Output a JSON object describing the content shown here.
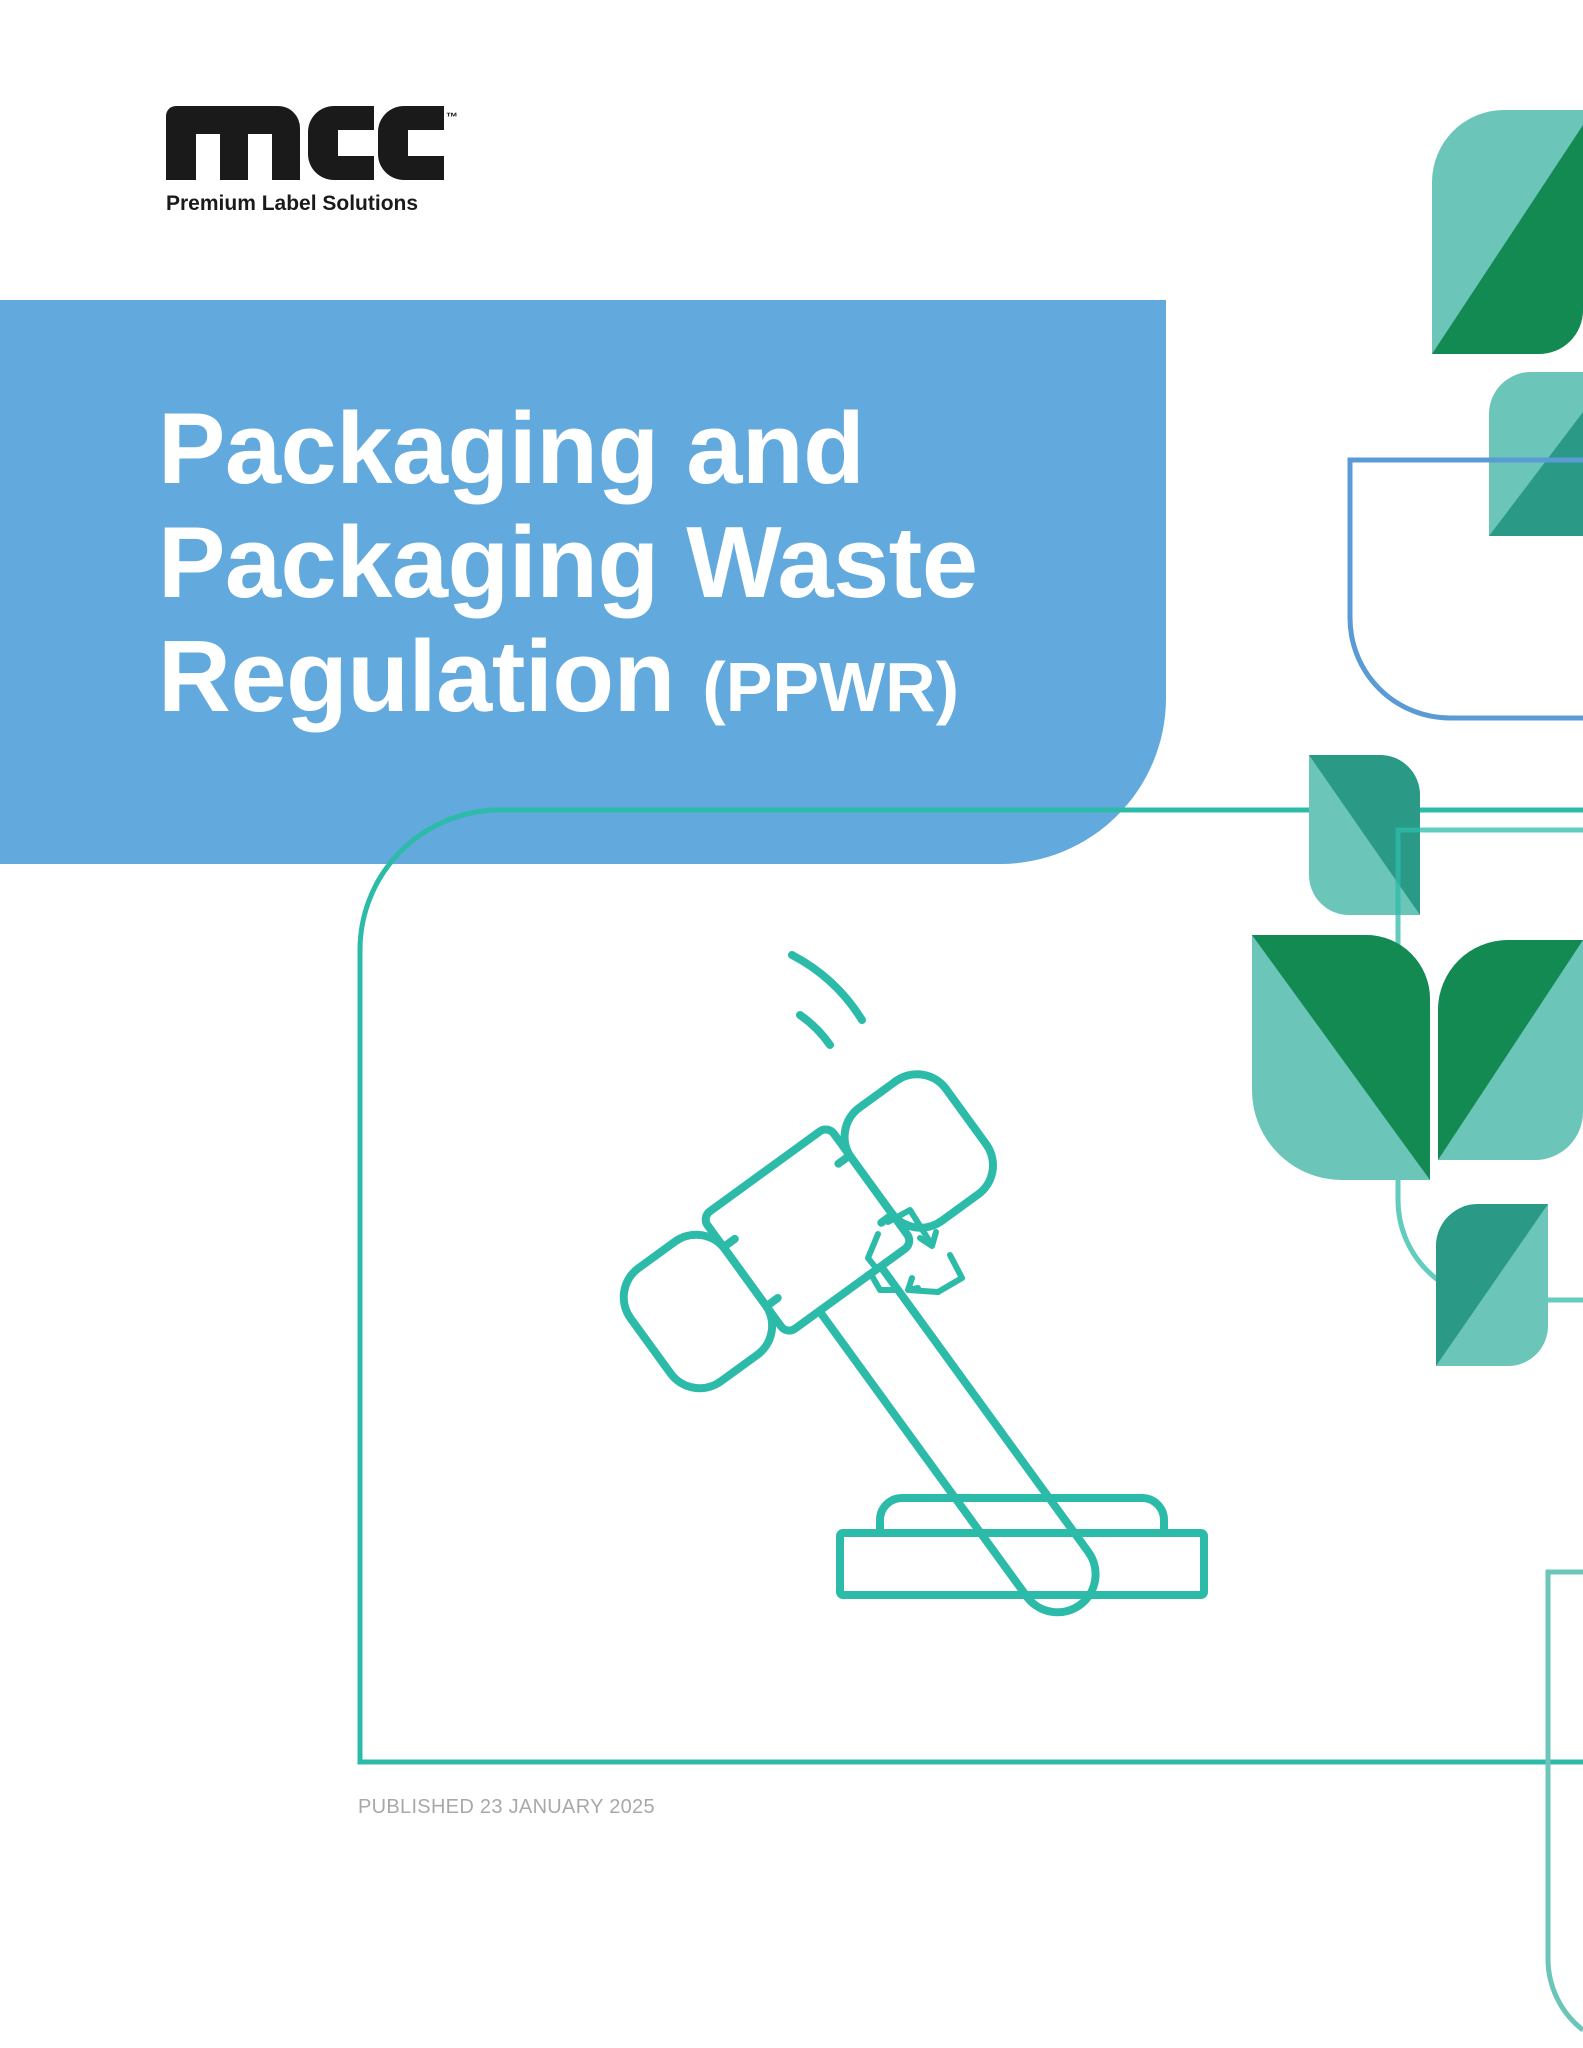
{
  "brand": {
    "logo_text": "mcc",
    "trademark": "™",
    "tagline": "Premium Label Solutions"
  },
  "title": {
    "line1": "Packaging and",
    "line2": "Packaging Waste",
    "line3": "Regulation",
    "suffix": "(PPWR)"
  },
  "published": "PUBLISHED 23 JANUARY 2025",
  "illustration": {
    "subject": "gavel-with-recycle-symbol",
    "icons": [
      "gavel-icon",
      "recycle-icon",
      "sound-block-icon"
    ]
  },
  "colors": {
    "title_panel": "#62a9dd",
    "teal_line": "#2dbba9",
    "leaf_light": "#6bc5b9",
    "leaf_mid": "#2a9a86",
    "leaf_dark": "#128a52",
    "blue_line": "#5b9bd5",
    "logo": "#1a1a1a",
    "published_text": "#a8a8a8"
  }
}
